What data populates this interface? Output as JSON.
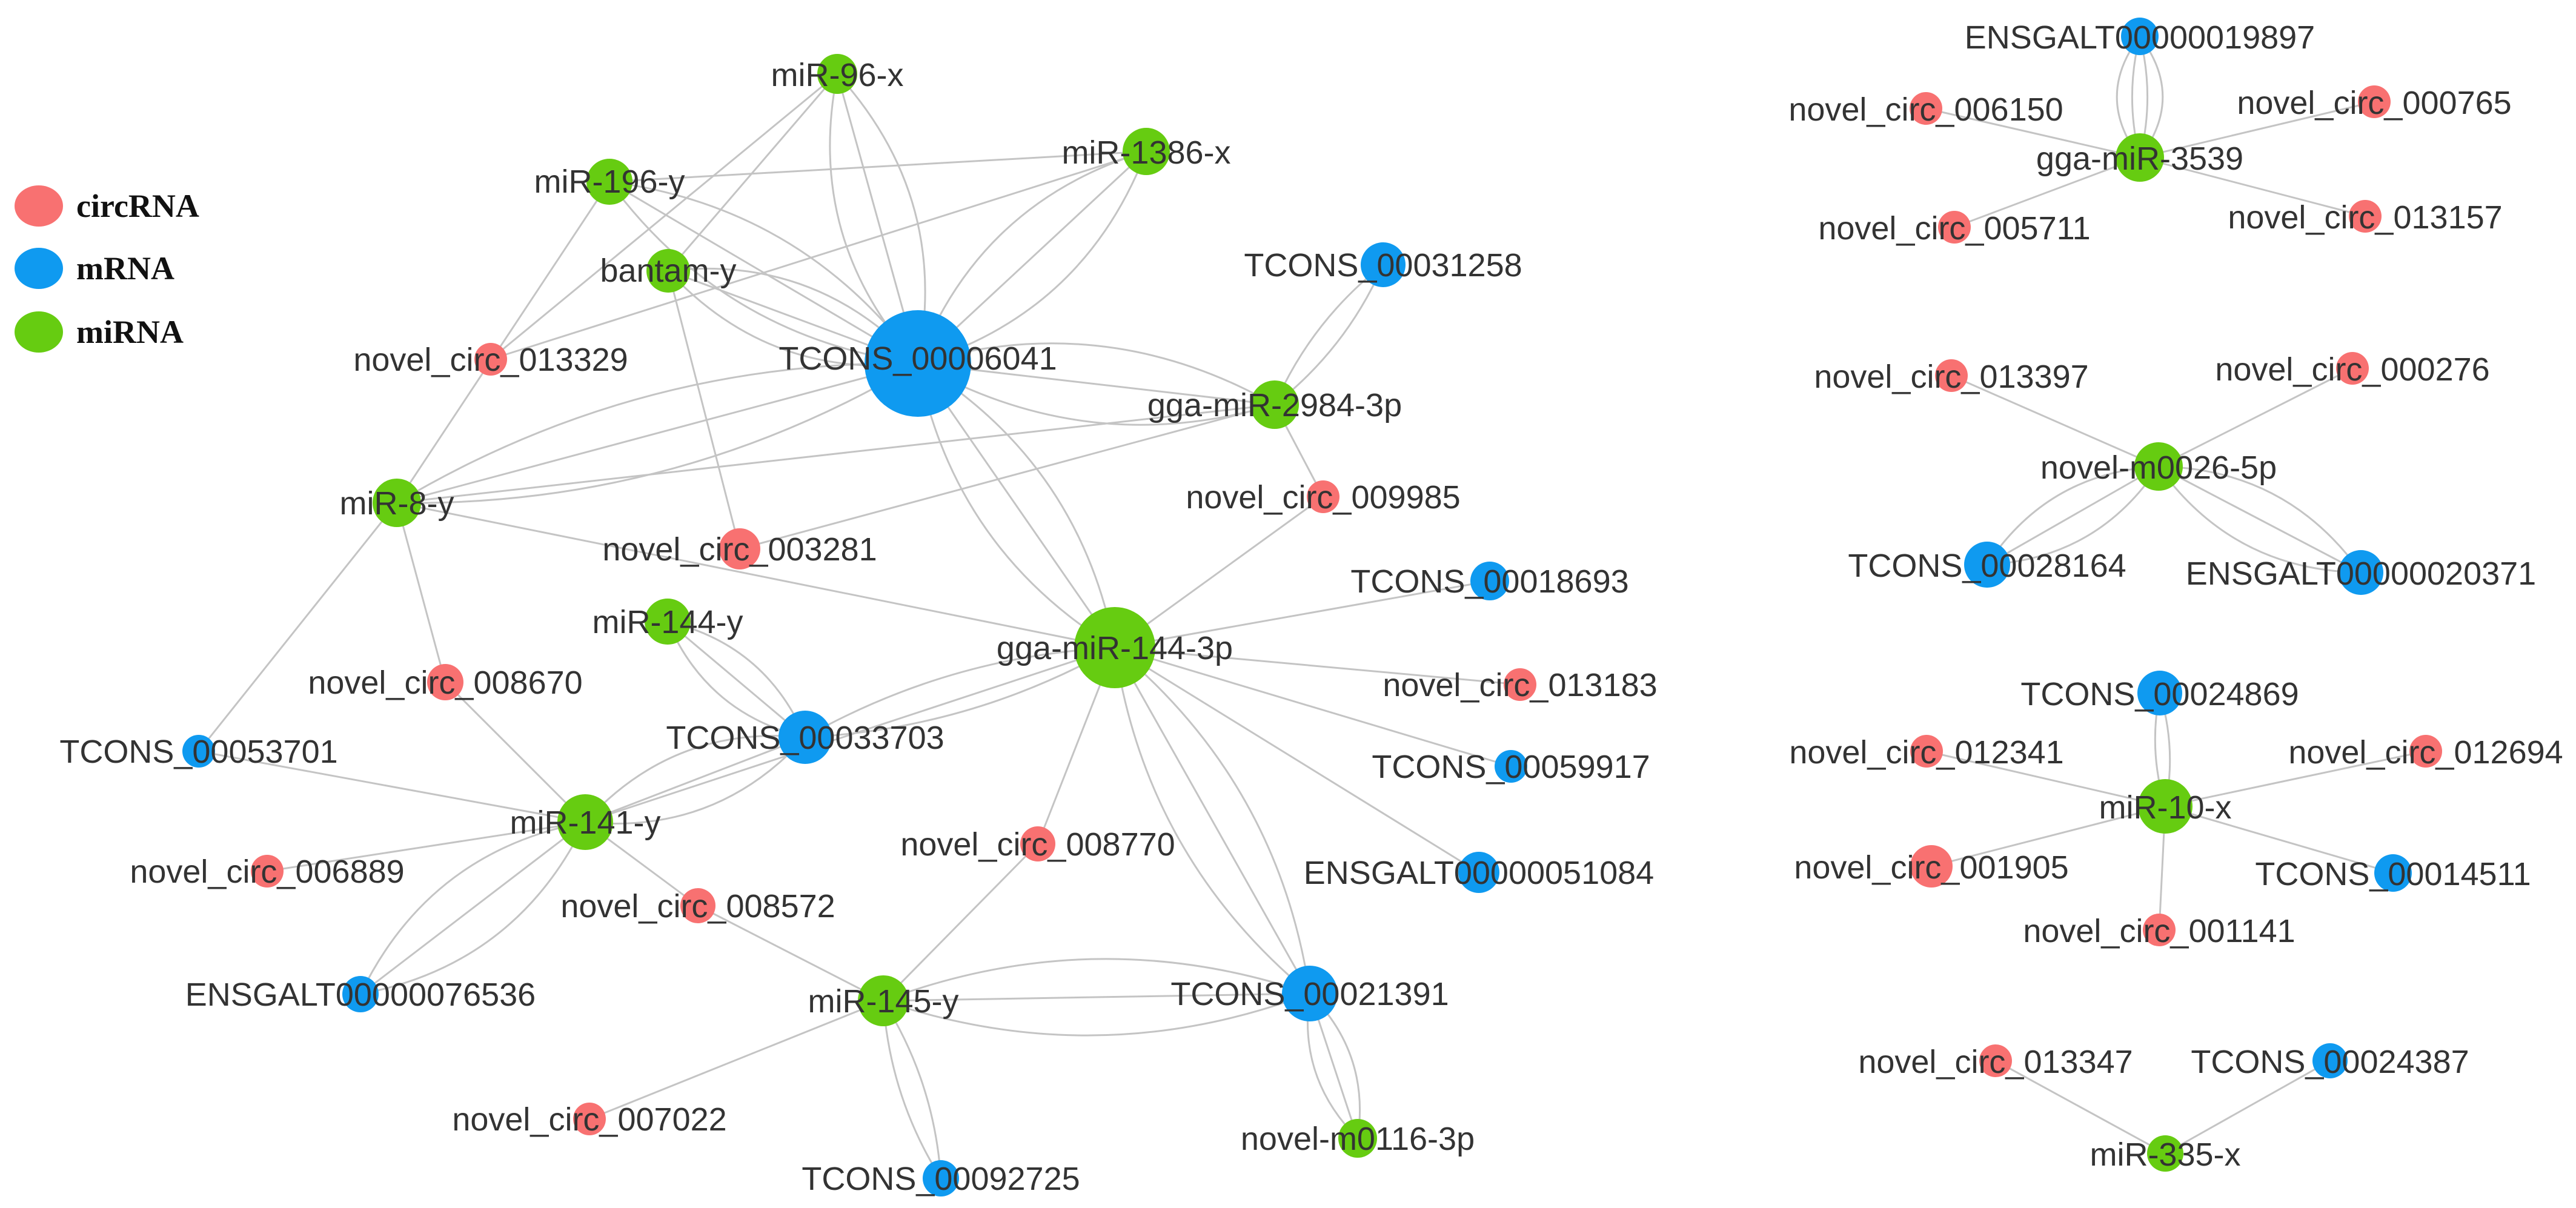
{
  "legend": {
    "items": [
      {
        "label": "circRNA",
        "type": "circRNA"
      },
      {
        "label": "mRNA",
        "type": "mRNA"
      },
      {
        "label": "miRNA",
        "type": "miRNA"
      }
    ]
  },
  "colors": {
    "circRNA": "#f87171",
    "mRNA": "#0f9af0",
    "miRNA": "#66cc11",
    "edge": "#c4c4c4"
  },
  "nodes": [
    {
      "id": "TCONS_00006041",
      "type": "mRNA"
    },
    {
      "id": "miR-96-x",
      "type": "miRNA"
    },
    {
      "id": "miR-1386-x",
      "type": "miRNA"
    },
    {
      "id": "miR-196-y",
      "type": "miRNA"
    },
    {
      "id": "bantam-y",
      "type": "miRNA"
    },
    {
      "id": "novel_circ_013329",
      "type": "circRNA"
    },
    {
      "id": "TCONS_00031258",
      "type": "mRNA"
    },
    {
      "id": "gga-miR-2984-3p",
      "type": "miRNA"
    },
    {
      "id": "miR-8-y",
      "type": "miRNA"
    },
    {
      "id": "novel_circ_009985",
      "type": "circRNA"
    },
    {
      "id": "novel_circ_003281",
      "type": "circRNA"
    },
    {
      "id": "TCONS_00018693",
      "type": "mRNA"
    },
    {
      "id": "miR-144-y",
      "type": "miRNA"
    },
    {
      "id": "gga-miR-144-3p",
      "type": "miRNA"
    },
    {
      "id": "novel_circ_008670",
      "type": "circRNA"
    },
    {
      "id": "novel_circ_013183",
      "type": "circRNA"
    },
    {
      "id": "TCONS_00033703",
      "type": "mRNA"
    },
    {
      "id": "TCONS_00053701",
      "type": "mRNA"
    },
    {
      "id": "TCONS_00059917",
      "type": "mRNA"
    },
    {
      "id": "miR-141-y",
      "type": "miRNA"
    },
    {
      "id": "novel_circ_008770",
      "type": "circRNA"
    },
    {
      "id": "novel_circ_006889",
      "type": "circRNA"
    },
    {
      "id": "ENSGALT00000051084",
      "type": "mRNA"
    },
    {
      "id": "novel_circ_008572",
      "type": "circRNA"
    },
    {
      "id": "ENSGALT00000076536",
      "type": "mRNA"
    },
    {
      "id": "miR-145-y",
      "type": "miRNA"
    },
    {
      "id": "TCONS_00021391",
      "type": "mRNA"
    },
    {
      "id": "novel_circ_007022",
      "type": "circRNA"
    },
    {
      "id": "novel-m0116-3p",
      "type": "miRNA"
    },
    {
      "id": "TCONS_00092725",
      "type": "mRNA"
    },
    {
      "id": "ENSGALT00000019897",
      "type": "mRNA"
    },
    {
      "id": "novel_circ_006150",
      "type": "circRNA"
    },
    {
      "id": "novel_circ_000765",
      "type": "circRNA"
    },
    {
      "id": "gga-miR-3539",
      "type": "miRNA"
    },
    {
      "id": "novel_circ_005711",
      "type": "circRNA"
    },
    {
      "id": "novel_circ_013157",
      "type": "circRNA"
    },
    {
      "id": "novel_circ_013397",
      "type": "circRNA"
    },
    {
      "id": "novel_circ_000276",
      "type": "circRNA"
    },
    {
      "id": "novel-m0026-5p",
      "type": "miRNA"
    },
    {
      "id": "TCONS_00028164",
      "type": "mRNA"
    },
    {
      "id": "ENSGALT00000020371",
      "type": "mRNA"
    },
    {
      "id": "TCONS_00024869",
      "type": "mRNA"
    },
    {
      "id": "novel_circ_012341",
      "type": "circRNA"
    },
    {
      "id": "novel_circ_012694",
      "type": "circRNA"
    },
    {
      "id": "miR-10-x",
      "type": "miRNA"
    },
    {
      "id": "novel_circ_001905",
      "type": "circRNA"
    },
    {
      "id": "TCONS_00014511",
      "type": "mRNA"
    },
    {
      "id": "novel_circ_001141",
      "type": "circRNA"
    },
    {
      "id": "novel_circ_013347",
      "type": "circRNA"
    },
    {
      "id": "TCONS_00024387",
      "type": "mRNA"
    },
    {
      "id": "miR-335-x",
      "type": "miRNA"
    }
  ],
  "edges": [
    [
      "TCONS_00006041",
      "miR-96-x"
    ],
    [
      "TCONS_00006041",
      "miR-96-x"
    ],
    [
      "TCONS_00006041",
      "miR-96-x"
    ],
    [
      "TCONS_00006041",
      "miR-1386-x"
    ],
    [
      "TCONS_00006041",
      "miR-1386-x"
    ],
    [
      "TCONS_00006041",
      "miR-1386-x"
    ],
    [
      "TCONS_00006041",
      "miR-196-y"
    ],
    [
      "TCONS_00006041",
      "miR-196-y"
    ],
    [
      "TCONS_00006041",
      "miR-196-y"
    ],
    [
      "TCONS_00006041",
      "bantam-y"
    ],
    [
      "TCONS_00006041",
      "bantam-y"
    ],
    [
      "TCONS_00006041",
      "bantam-y"
    ],
    [
      "TCONS_00006041",
      "gga-miR-2984-3p"
    ],
    [
      "TCONS_00006041",
      "gga-miR-2984-3p"
    ],
    [
      "TCONS_00006041",
      "gga-miR-2984-3p"
    ],
    [
      "TCONS_00006041",
      "miR-8-y"
    ],
    [
      "TCONS_00006041",
      "miR-8-y"
    ],
    [
      "TCONS_00006041",
      "miR-8-y"
    ],
    [
      "TCONS_00006041",
      "gga-miR-144-3p"
    ],
    [
      "TCONS_00006041",
      "gga-miR-144-3p"
    ],
    [
      "TCONS_00006041",
      "gga-miR-144-3p"
    ],
    [
      "novel_circ_013329",
      "miR-96-x"
    ],
    [
      "novel_circ_013329",
      "miR-1386-x"
    ],
    [
      "miR-196-y",
      "miR-8-y"
    ],
    [
      "miR-196-y",
      "miR-1386-x"
    ],
    [
      "miR-96-x",
      "bantam-y"
    ],
    [
      "bantam-y",
      "novel_circ_003281"
    ],
    [
      "TCONS_00031258",
      "gga-miR-2984-3p"
    ],
    [
      "TCONS_00031258",
      "gga-miR-2984-3p"
    ],
    [
      "gga-miR-2984-3p",
      "novel_circ_009985"
    ],
    [
      "gga-miR-2984-3p",
      "miR-8-y"
    ],
    [
      "gga-miR-2984-3p",
      "novel_circ_003281"
    ],
    [
      "miR-8-y",
      "gga-miR-144-3p"
    ],
    [
      "miR-8-y",
      "novel_circ_008670"
    ],
    [
      "miR-8-y",
      "TCONS_00053701"
    ],
    [
      "novel_circ_009985",
      "gga-miR-144-3p"
    ],
    [
      "gga-miR-144-3p",
      "TCONS_00018693"
    ],
    [
      "gga-miR-144-3p",
      "novel_circ_013183"
    ],
    [
      "gga-miR-144-3p",
      "TCONS_00059917"
    ],
    [
      "gga-miR-144-3p",
      "ENSGALT00000051084"
    ],
    [
      "gga-miR-144-3p",
      "novel_circ_008770"
    ],
    [
      "gga-miR-144-3p",
      "TCONS_00021391"
    ],
    [
      "gga-miR-144-3p",
      "TCONS_00021391"
    ],
    [
      "gga-miR-144-3p",
      "TCONS_00021391"
    ],
    [
      "gga-miR-144-3p",
      "TCONS_00033703"
    ],
    [
      "gga-miR-144-3p",
      "TCONS_00033703"
    ],
    [
      "gga-miR-144-3p",
      "miR-141-y"
    ],
    [
      "miR-144-y",
      "TCONS_00033703"
    ],
    [
      "miR-144-y",
      "TCONS_00033703"
    ],
    [
      "miR-144-y",
      "TCONS_00033703"
    ],
    [
      "novel_circ_008670",
      "miR-141-y"
    ],
    [
      "miR-141-y",
      "TCONS_00033703"
    ],
    [
      "miR-141-y",
      "TCONS_00033703"
    ],
    [
      "miR-141-y",
      "TCONS_00033703"
    ],
    [
      "miR-141-y",
      "TCONS_00053701"
    ],
    [
      "miR-141-y",
      "novel_circ_006889"
    ],
    [
      "miR-141-y",
      "ENSGALT00000076536"
    ],
    [
      "miR-141-y",
      "ENSGALT00000076536"
    ],
    [
      "miR-141-y",
      "ENSGALT00000076536"
    ],
    [
      "miR-141-y",
      "novel_circ_008572"
    ],
    [
      "novel_circ_008572",
      "miR-145-y"
    ],
    [
      "novel_circ_008770",
      "miR-145-y"
    ],
    [
      "miR-145-y",
      "TCONS_00021391"
    ],
    [
      "miR-145-y",
      "TCONS_00021391"
    ],
    [
      "miR-145-y",
      "TCONS_00021391"
    ],
    [
      "miR-145-y",
      "novel_circ_007022"
    ],
    [
      "miR-145-y",
      "TCONS_00092725"
    ],
    [
      "miR-145-y",
      "TCONS_00092725"
    ],
    [
      "TCONS_00021391",
      "novel-m0116-3p"
    ],
    [
      "TCONS_00021391",
      "novel-m0116-3p"
    ],
    [
      "TCONS_00021391",
      "novel-m0116-3p"
    ],
    [
      "gga-miR-3539",
      "ENSGALT00000019897"
    ],
    [
      "gga-miR-3539",
      "ENSGALT00000019897"
    ],
    [
      "gga-miR-3539",
      "ENSGALT00000019897"
    ],
    [
      "gga-miR-3539",
      "ENSGALT00000019897"
    ],
    [
      "gga-miR-3539",
      "novel_circ_006150"
    ],
    [
      "gga-miR-3539",
      "novel_circ_000765"
    ],
    [
      "gga-miR-3539",
      "novel_circ_005711"
    ],
    [
      "gga-miR-3539",
      "novel_circ_013157"
    ],
    [
      "novel-m0026-5p",
      "novel_circ_013397"
    ],
    [
      "novel-m0026-5p",
      "novel_circ_000276"
    ],
    [
      "novel-m0026-5p",
      "TCONS_00028164"
    ],
    [
      "novel-m0026-5p",
      "TCONS_00028164"
    ],
    [
      "novel-m0026-5p",
      "TCONS_00028164"
    ],
    [
      "novel-m0026-5p",
      "ENSGALT00000020371"
    ],
    [
      "novel-m0026-5p",
      "ENSGALT00000020371"
    ],
    [
      "novel-m0026-5p",
      "ENSGALT00000020371"
    ],
    [
      "miR-10-x",
      "TCONS_00024869"
    ],
    [
      "miR-10-x",
      "TCONS_00024869"
    ],
    [
      "miR-10-x",
      "novel_circ_012341"
    ],
    [
      "miR-10-x",
      "novel_circ_012694"
    ],
    [
      "miR-10-x",
      "novel_circ_001905"
    ],
    [
      "miR-10-x",
      "TCONS_00014511"
    ],
    [
      "miR-10-x",
      "novel_circ_001141"
    ],
    [
      "miR-335-x",
      "novel_circ_013347"
    ],
    [
      "miR-335-x",
      "TCONS_00024387"
    ]
  ]
}
